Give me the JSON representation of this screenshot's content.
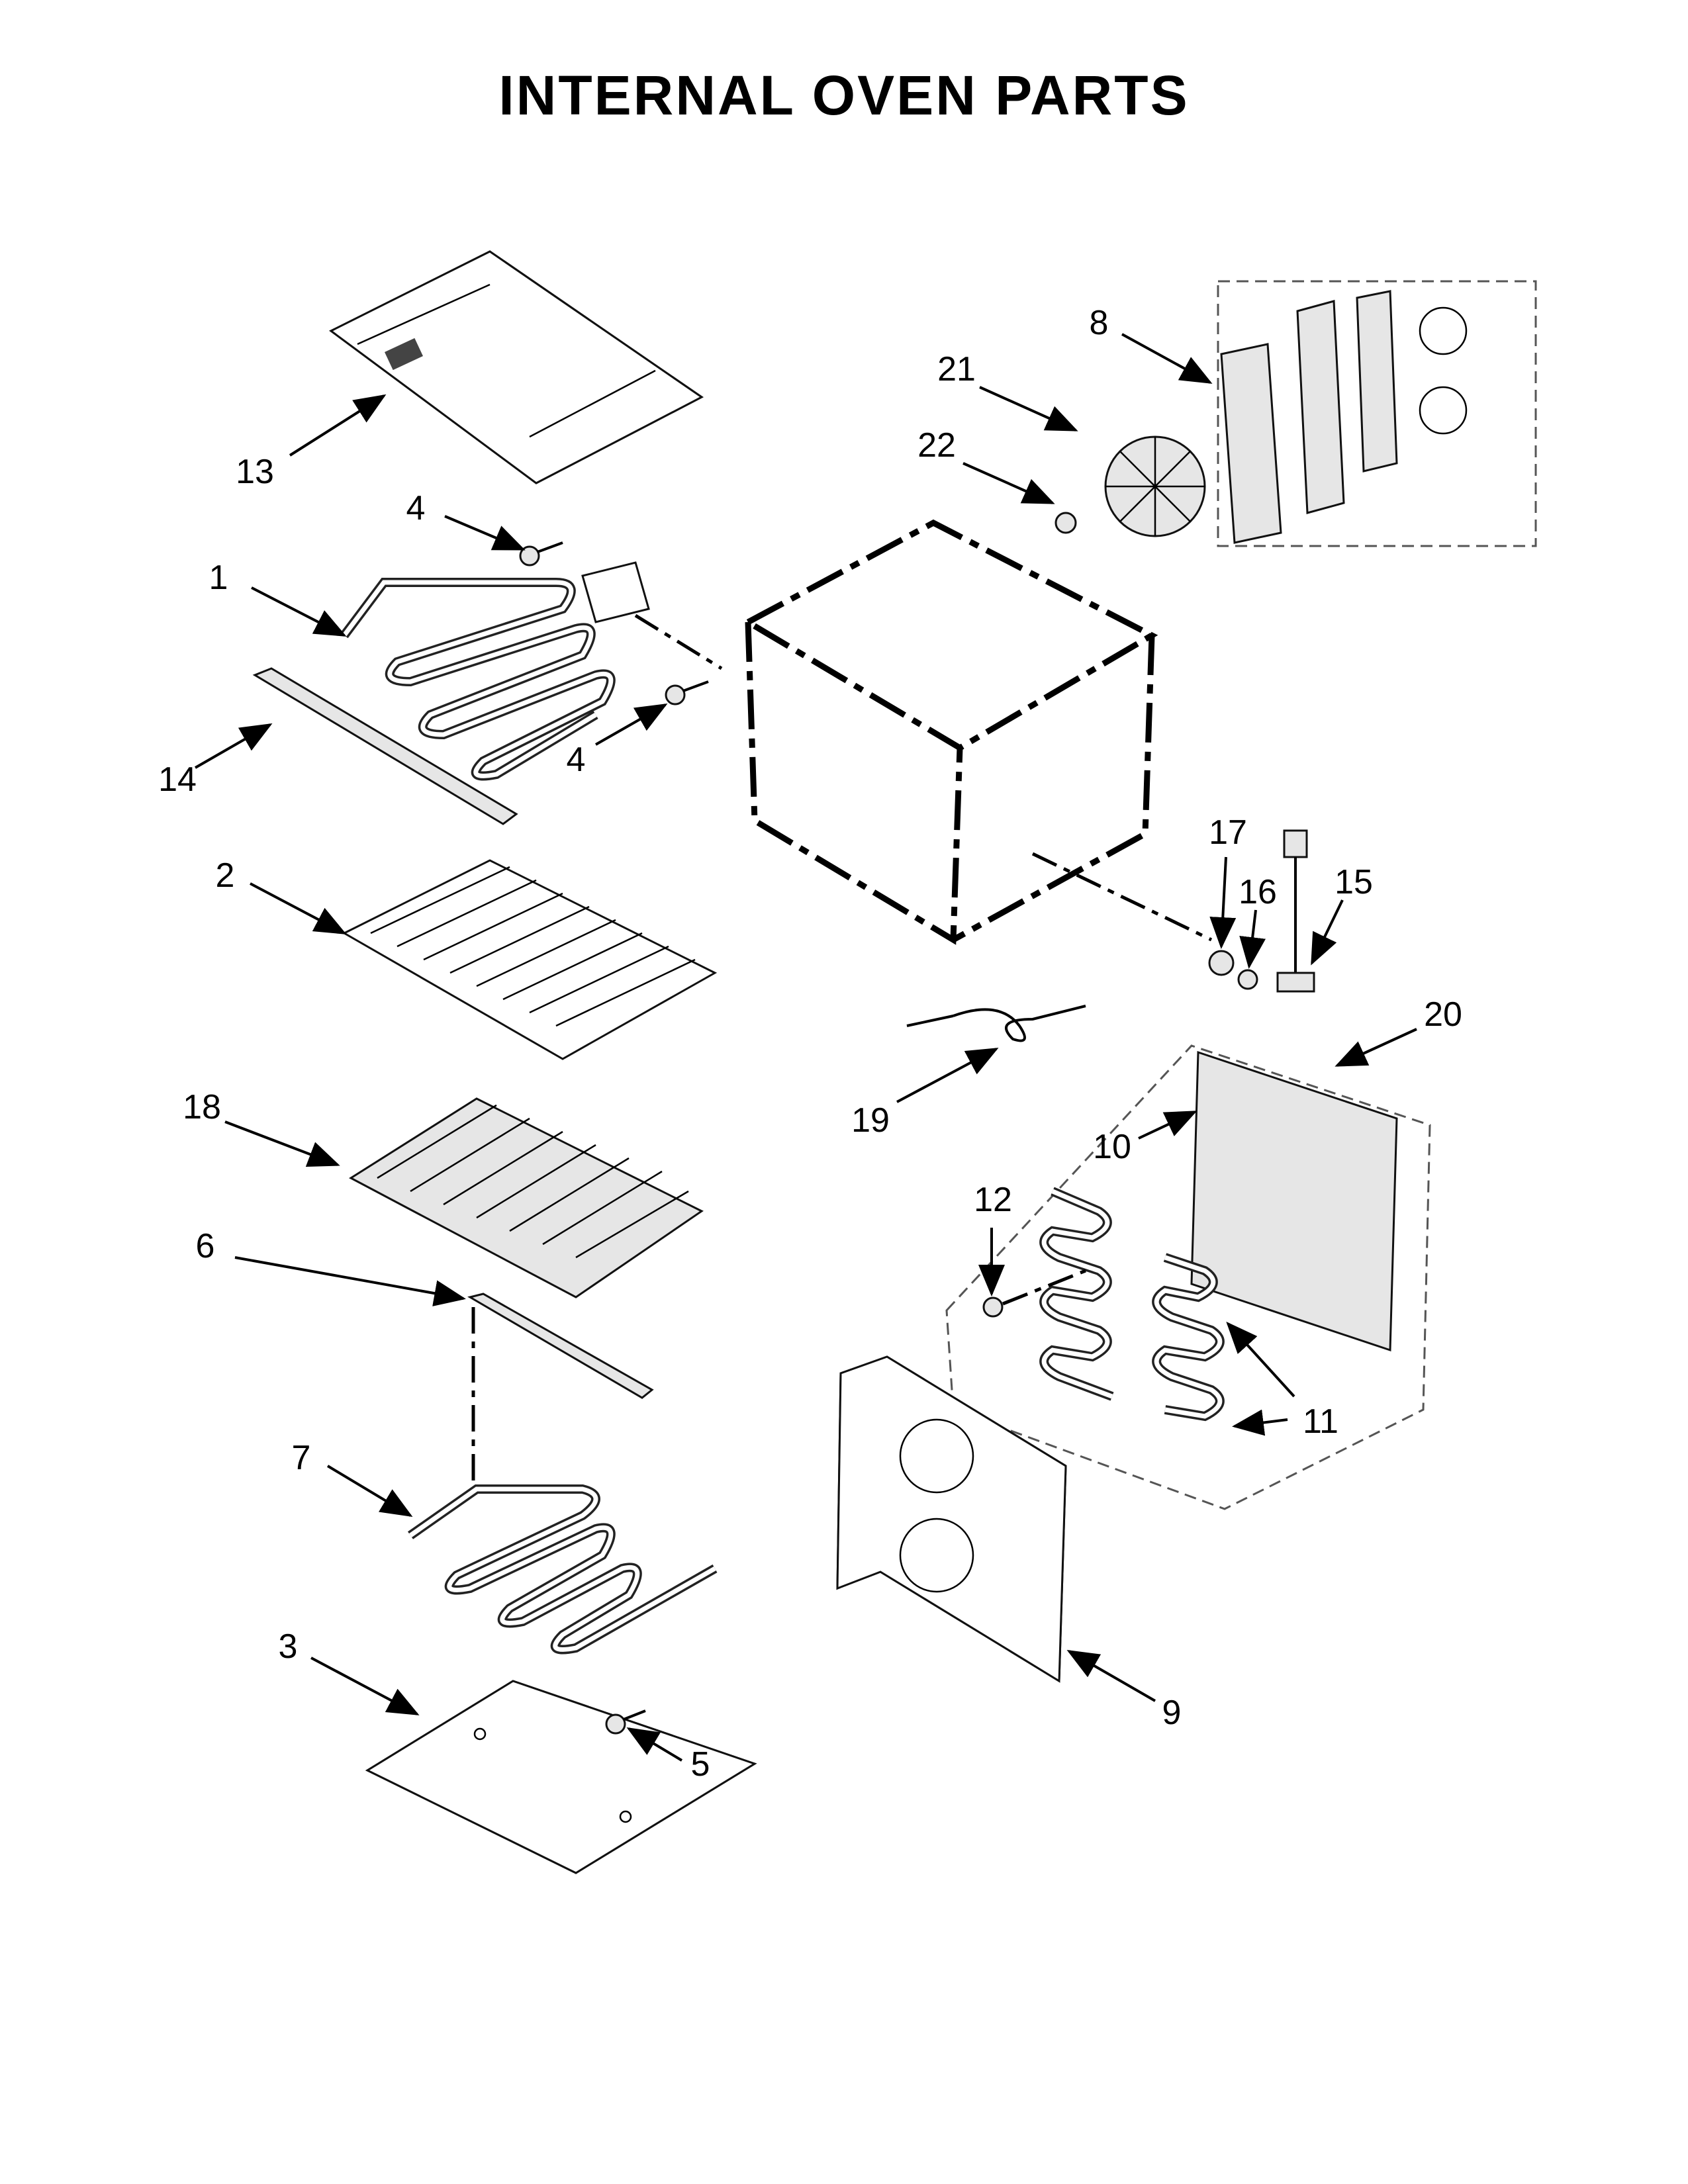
{
  "title": "INTERNAL OVEN PARTS",
  "callouts": [
    {
      "id": "c1",
      "label": "1"
    },
    {
      "id": "c2",
      "label": "2"
    },
    {
      "id": "c3",
      "label": "3"
    },
    {
      "id": "c4a",
      "label": "4"
    },
    {
      "id": "c4b",
      "label": "4"
    },
    {
      "id": "c5",
      "label": "5"
    },
    {
      "id": "c6",
      "label": "6"
    },
    {
      "id": "c7",
      "label": "7"
    },
    {
      "id": "c8",
      "label": "8"
    },
    {
      "id": "c9",
      "label": "9"
    },
    {
      "id": "c10",
      "label": "10"
    },
    {
      "id": "c11",
      "label": "11"
    },
    {
      "id": "c12",
      "label": "12"
    },
    {
      "id": "c13",
      "label": "13"
    },
    {
      "id": "c14",
      "label": "14"
    },
    {
      "id": "c15",
      "label": "15"
    },
    {
      "id": "c16",
      "label": "16"
    },
    {
      "id": "c17",
      "label": "17"
    },
    {
      "id": "c18",
      "label": "18"
    },
    {
      "id": "c19",
      "label": "19"
    },
    {
      "id": "c20",
      "label": "20"
    },
    {
      "id": "c21",
      "label": "21"
    },
    {
      "id": "c22",
      "label": "22"
    }
  ]
}
